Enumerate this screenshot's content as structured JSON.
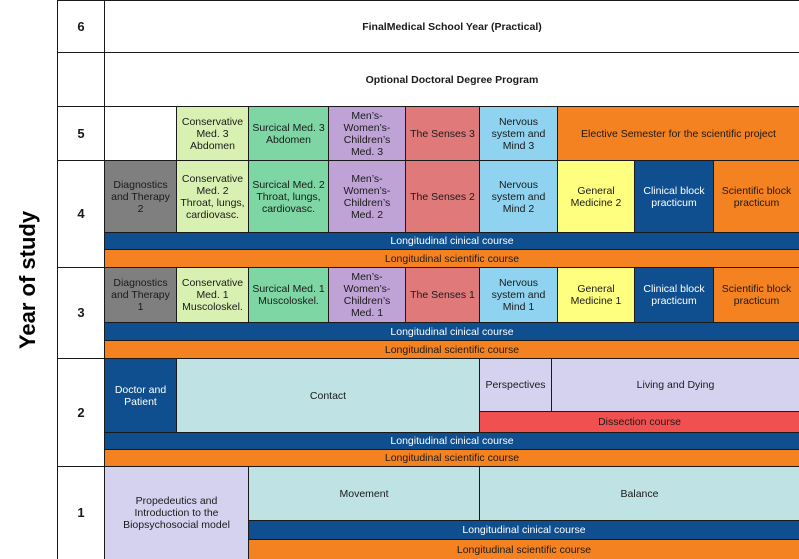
{
  "axis": {
    "label": "Year of study"
  },
  "colors": {
    "gray": "#7f7f7f",
    "light_green": "#d9f0b3",
    "green": "#7dd6a4",
    "purple": "#bfa3d6",
    "rose": "#e07a7a",
    "sky": "#8fd3f0",
    "yellow": "#ffff7f",
    "navy": "#0f4f8f",
    "orange": "#f58220",
    "lavender": "#d5d2f0",
    "teal_light": "#bfe2e5",
    "red": "#f05050"
  },
  "years": {
    "y6": {
      "number": "6",
      "final": "FinalMedical  School Year (Practical)",
      "doctoral": "Optional Doctoral Degree Program"
    },
    "y5": {
      "number": "5",
      "conservative": "Conservative Med. 3 Abdomen",
      "surgical": "Surcical Med. 3 Abdomen",
      "mwc": "Men’s-Women’s-Children’s Med. 3",
      "senses": "The Senses 3",
      "nervous": "Nervous system and Mind 3",
      "elective": "Elective Semester for the scientific project"
    },
    "y4": {
      "number": "4",
      "diagnostics": "Diagnostics and Therapy 2",
      "conservative": "Conservative Med. 2 Throat, lungs, cardiovasc.",
      "surgical": "Surcical Med. 2 Throat, lungs, cardiovasc.",
      "mwc": "Men’s-Women’s-Children’s Med. 2",
      "senses": "The Senses 2",
      "nervous": "Nervous system and Mind 2",
      "general": "General Medicine  2",
      "clinical_block": "Clinical block practicum",
      "scientific_block": "Scientific block practicum",
      "clinical_course": "Longitudinal cinical course",
      "scientific_course": "Longitudinal scientific course"
    },
    "y3": {
      "number": "3",
      "diagnostics": "Diagnostics and Therapy 1",
      "conservative": "Conservative Med. 1 Muscoloskel.",
      "surgical": "Surcical Med. 1 Muscoloskel.",
      "mwc": "Men’s-Women’s-Children’s Med. 1",
      "senses": "The Senses 1",
      "nervous": "Nervous system and Mind 1",
      "general": "General Medicine 1",
      "clinical_block": "Clinical block practicum",
      "scientific_block": "Scientific block practicum",
      "clinical_course": "Longitudinal cinical course",
      "scientific_course": "Longitudinal scientific course"
    },
    "y2": {
      "number": "2",
      "doctor": "Doctor and Patient",
      "contact": "Contact",
      "perspectives": "Perspectives",
      "living": "Living and Dying",
      "dissection": "Dissection course",
      "clinical_course": "Longitudinal cinical course",
      "scientific_course": "Longitudinal scientific course"
    },
    "y1": {
      "number": "1",
      "propedeutics": "Propedeutics and Introduction to the Biopsychosocial model",
      "movement": "Movement",
      "balance": "Balance",
      "clinical_course": "Longitudinal cinical course",
      "scientific_course": "Longitudinal scientific course"
    }
  }
}
